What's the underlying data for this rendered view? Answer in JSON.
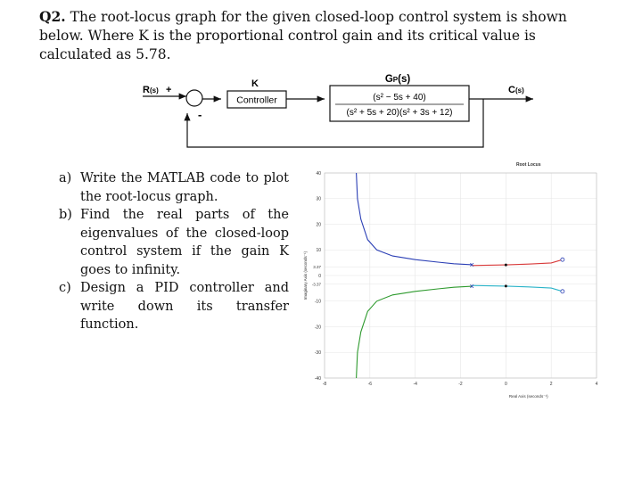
{
  "question": {
    "number": "Q2.",
    "text": "The root-locus graph for the given closed-loop control system is shown below. Where K is the proportional control gain and its critical value is calculated as 5.78."
  },
  "block_diagram": {
    "input_label": "R(s)",
    "input_sub": "(s)",
    "input_letter": "R",
    "plus_sign": "+",
    "minus_sign": "-",
    "controller_top_label": "K",
    "controller_box_label": "Controller",
    "plant_top_label": "Gp(s)",
    "plant_letter": "G",
    "plant_sub": "P",
    "plant_arg": "(s)",
    "plant_numerator": "(s² − 5s + 40)",
    "plant_denominator": "(s² + 5s + 20)(s² + 3s + 12)",
    "output_letter": "C",
    "output_sub": "(s)"
  },
  "parts": [
    {
      "letter": "a)",
      "text": "Write the MATLAB code to plot the root-locus graph."
    },
    {
      "letter": "b)",
      "text": "Find the real parts of the eigenvalues of the closed-loop control system if the gain K goes to infinity."
    },
    {
      "letter": "c)",
      "text": "Design a PID controller and write down its transfer function."
    }
  ],
  "chart_data": {
    "type": "line",
    "title": "Root Locus",
    "xlabel": "Real Axis (seconds⁻¹)",
    "ylabel": "Imaginary Axis (seconds⁻¹)",
    "xlim": [
      -8,
      4
    ],
    "ylim": [
      -40,
      40
    ],
    "x_ticks": [
      -8,
      -6,
      -4,
      -2,
      0,
      2,
      4
    ],
    "y_ticks": [
      -40,
      -30,
      -20,
      -10,
      0,
      10,
      20,
      30,
      40
    ],
    "extra_y_ticks": [
      3.37,
      -3.37
    ],
    "extra_y_tick_labels": [
      "3.37",
      "-3.37"
    ],
    "grid": true,
    "series": [
      {
        "color": "#2b3fb5",
        "x": [
          -6.6,
          -6.55,
          -6.4,
          -6.1,
          -5.7,
          -5.0,
          -4.0,
          -3.0,
          -2.3,
          -1.5
        ],
        "y": [
          40,
          30,
          22,
          14,
          10,
          7.6,
          6.2,
          5.2,
          4.6,
          4.2
        ]
      },
      {
        "color": "#2e9a2e",
        "x": [
          -6.6,
          -6.55,
          -6.4,
          -6.1,
          -5.7,
          -5.0,
          -4.0,
          -3.0,
          -2.3,
          -1.5
        ],
        "y": [
          -40,
          -30,
          -22,
          -14,
          -10,
          -7.6,
          -6.2,
          -5.2,
          -4.6,
          -4.2
        ]
      },
      {
        "color": "#d83a3a",
        "x": [
          -1.5,
          -1.0,
          0.0,
          1.0,
          2.0,
          2.5
        ],
        "y": [
          3.9,
          3.95,
          4.15,
          4.45,
          4.9,
          6.2
        ]
      },
      {
        "color": "#2ab3c8",
        "x": [
          -1.5,
          -1.0,
          0.0,
          1.0,
          2.0,
          2.5
        ],
        "y": [
          -3.9,
          -3.95,
          -4.15,
          -4.45,
          -4.9,
          -6.2
        ]
      }
    ],
    "poles": [
      [
        -1.5,
        4.2
      ],
      [
        -1.5,
        -4.2
      ]
    ],
    "zeros": [
      [
        2.5,
        6.2
      ],
      [
        2.5,
        -6.2
      ]
    ],
    "markers": [
      [
        0,
        4.15
      ],
      [
        0,
        -4.15
      ]
    ]
  }
}
